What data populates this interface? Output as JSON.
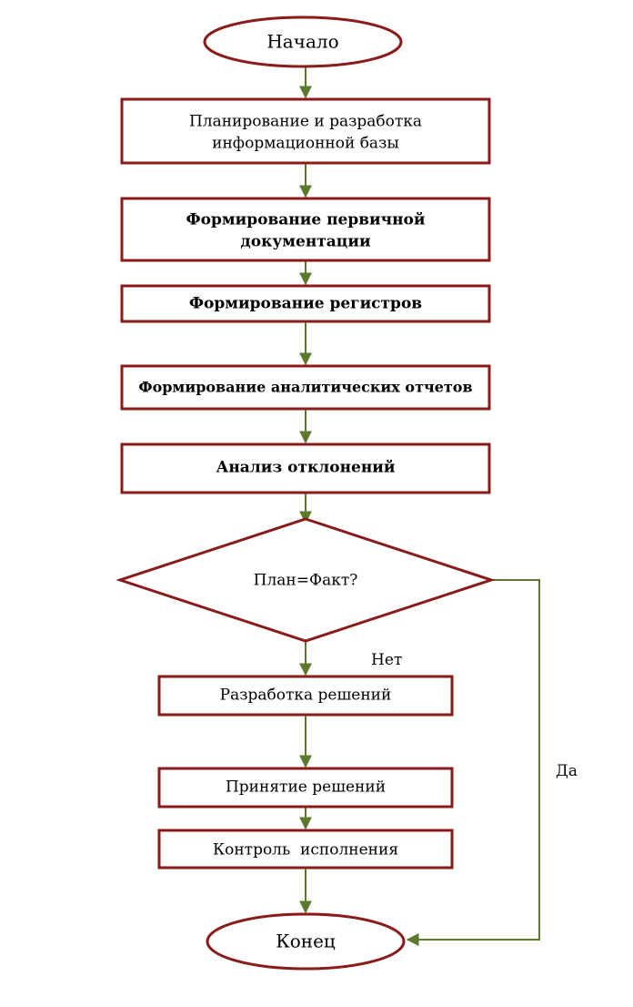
{
  "nodes": {
    "start": {
      "label": "Начало"
    },
    "planning": {
      "lines": [
        "Планирование и разработка",
        "информационной базы"
      ]
    },
    "primary_docs": {
      "lines": [
        "Формирование первичной",
        "документации"
      ]
    },
    "registers": {
      "label": "Формирование регистров"
    },
    "analytic_reports": {
      "label": "Формирование аналитических отчетов"
    },
    "deviation_analysis": {
      "label": "Анализ отклонений"
    },
    "decision": {
      "label": "План=Факт?"
    },
    "develop_solutions": {
      "label": "Разработка решений"
    },
    "accept_solutions": {
      "label": "Принятие решений"
    },
    "control_execution": {
      "label": "Контроль  исполнения"
    },
    "end": {
      "label": "Конец"
    }
  },
  "edge_labels": {
    "no": "Нет",
    "yes": "Да"
  },
  "colors": {
    "node_border": "#8b1a1a",
    "arrow": "#5b7a2e",
    "text": "#000000"
  }
}
